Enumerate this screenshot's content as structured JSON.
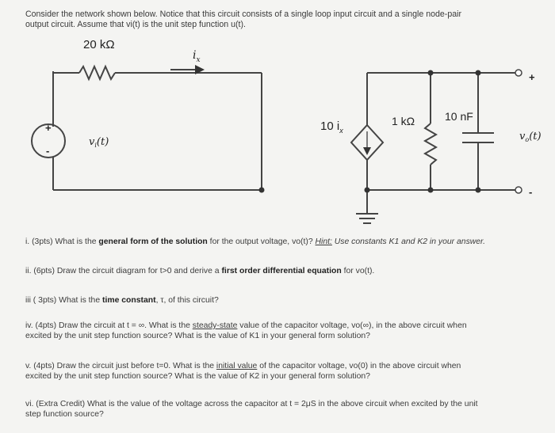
{
  "intro": {
    "line1": "Consider the network shown below. Notice that this circuit consists of a single loop input circuit and a single node-pair",
    "line2": "output circuit. Assume that vi(t) is the unit step function u(t)."
  },
  "circuit": {
    "r_input": "20 kΩ",
    "i_x": "i",
    "i_x_sub": "x",
    "source_label": "v",
    "source_sub": "i",
    "source_arg": "(t)",
    "plus": "+",
    "minus": "-",
    "dep_source": "10 i",
    "dep_sub": "x",
    "r_output": "1 kΩ",
    "cap": "10 nF",
    "out_label": "v",
    "out_sub": "o",
    "out_arg": "(t)",
    "out_plus": "+",
    "out_minus": "-"
  },
  "questions": {
    "q1_a": "i. (3pts) What is the ",
    "q1_b": "general form of the solution",
    "q1_c": " for the output voltage, vo(t)? ",
    "q1_hint": "Hint:",
    "q1_d": " Use constants K1 and K2 in your answer.",
    "q2_a": "ii. (6pts) Draw the circuit diagram for t>0 and derive a ",
    "q2_b": "first order differential equation",
    "q2_c": " for vo(t).",
    "q3_a": "iii ( 3pts) What is the ",
    "q3_b": "time constant",
    "q3_c": ", τ, of this circuit?",
    "q4_a": "iv. (4pts) Draw the circuit at t = ∞. What is the ",
    "q4_b": "steady-state",
    "q4_c": " value of the capacitor voltage, vo(∞), in the above circuit when",
    "q4_d": "excited by the unit step function source? What is the value of K1 in your general form solution?",
    "q5_a": "v. (4pts) Draw the circuit just before t=0.  What is the ",
    "q5_b": "initial value",
    "q5_c": " of the capacitor voltage, vo(0) in the above circuit when",
    "q5_d": "excited by the unit step function source?  What is the value of K2 in your general form solution?",
    "q6_a": "vi. (Extra Credit) What is the value of the voltage across the capacitor at t = 2μS in the above circuit when excited by the unit",
    "q6_b": "step function source?"
  }
}
